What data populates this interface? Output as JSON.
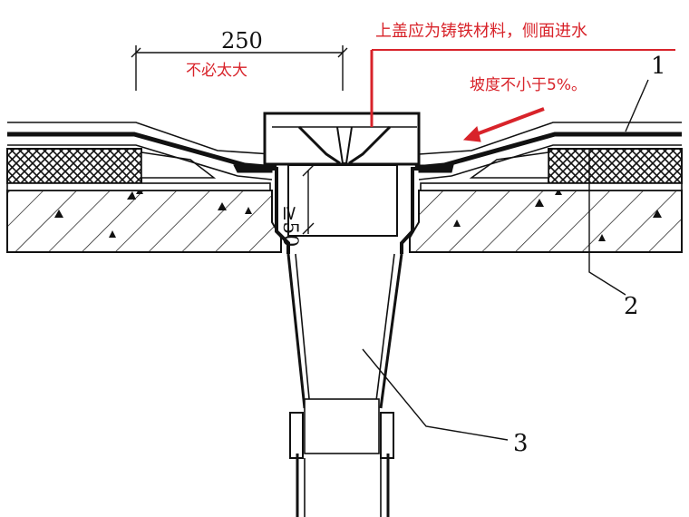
{
  "dimensions": {
    "flange_width": "250",
    "sump_depth": "≥50"
  },
  "annotations": {
    "size_note": "不必太大",
    "cover_note": "上盖应为铸铁材料，侧面进水",
    "slope_note": "坡度不小于5%。"
  },
  "callouts": {
    "c1": "1",
    "c2": "2",
    "c3": "3"
  },
  "colors": {
    "annotation": "#d8232a",
    "line": "#111111"
  }
}
